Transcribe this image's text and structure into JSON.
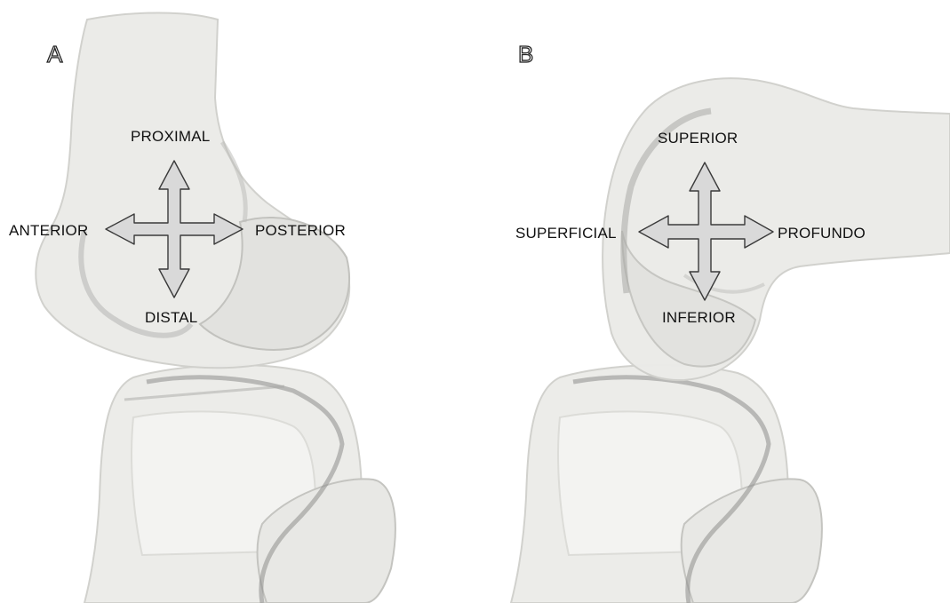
{
  "panels": [
    {
      "letter": "A",
      "labels": {
        "up": "PROXIMAL",
        "down": "DISTAL",
        "left": "ANTERIOR",
        "right": "POSTERIOR"
      }
    },
    {
      "letter": "B",
      "labels": {
        "up": "SUPERIOR",
        "down": "INFERIOR",
        "left": "SUPERFICIAL",
        "right": "PROFUNDO"
      }
    }
  ],
  "colors": {
    "bone_fill": "#ebebe8",
    "bone_edge": "#c6c6c2",
    "bone_shadow": "#8e8e8c",
    "arrow_fill": "#d9d9d9",
    "arrow_stroke": "#3a3a3a"
  }
}
